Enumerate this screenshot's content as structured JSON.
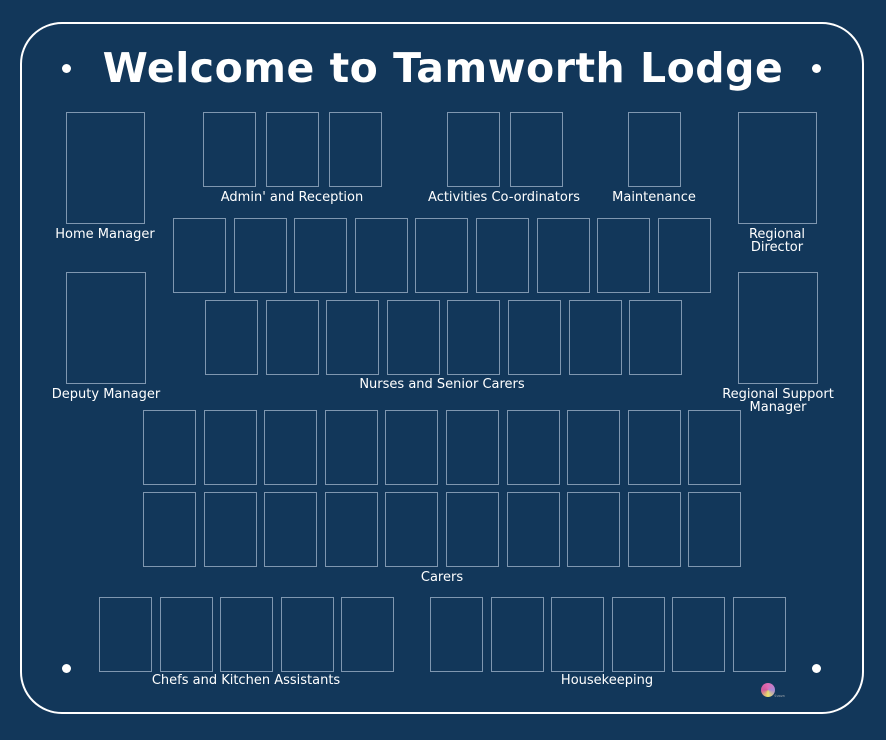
{
  "title": "Welcome to Tamworth Lodge",
  "labels": {
    "home_manager": "Home Manager",
    "deputy_manager": "Deputy Manager",
    "admin": "Admin' and Reception",
    "activities": "Activities Co-ordinators",
    "maintenance": "Maintenance",
    "regional_director_1": "Regional",
    "regional_director_2": "Director",
    "regional_support_1": "Regional Support",
    "regional_support_2": "Manager",
    "nurses": "Nurses and Senior Carers",
    "carers": "Carers",
    "chefs": "Chefs and Kitchen Assistants",
    "housekeeping": "Housekeeping"
  },
  "photo_slots": {
    "home_manager": 1,
    "deputy_manager": 1,
    "regional_director": 1,
    "regional_support_manager": 1,
    "admin": 3,
    "activities": 2,
    "maintenance": 1,
    "nurses_and_senior_carers": 17,
    "carers": 20,
    "chefs": 5,
    "housekeeping": 6
  },
  "logo_text": "©2023"
}
